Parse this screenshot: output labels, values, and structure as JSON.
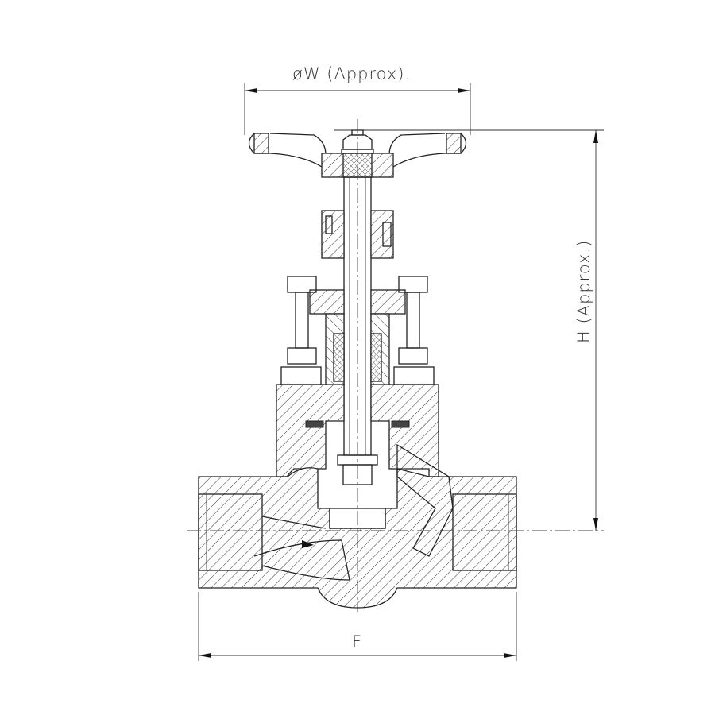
{
  "drawing": {
    "title": "Forged globe valve sectional view",
    "dimensions": {
      "handwheel_diameter": "øW  (Approx).",
      "height": "H (Approx.)",
      "face_to_face": "F"
    }
  }
}
